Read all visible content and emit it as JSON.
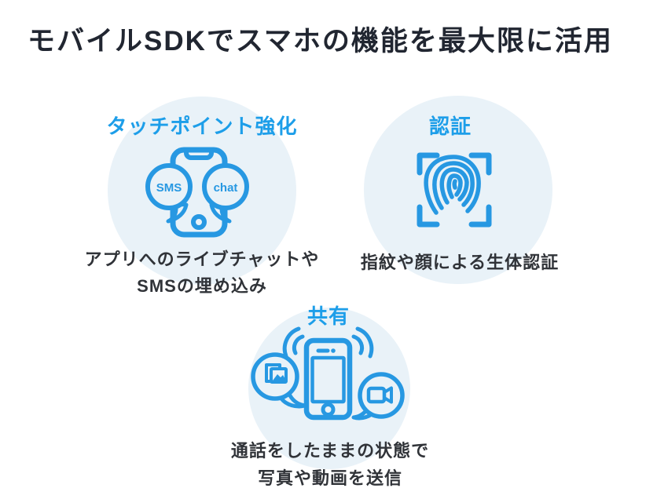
{
  "page": {
    "title": "モバイルSDKでスマホの機能を最大限に活用"
  },
  "colors": {
    "accent_label_blue": "#1d9ee9",
    "icon_stroke_blue": "#2798e2",
    "circle_background": "#e9f2f8",
    "title_text": "#212631",
    "description_text": "#303338",
    "page_background": "#ffffff"
  },
  "features": [
    {
      "label": "タッチポイント強化",
      "icon": "phone-sms-chat-icon",
      "bubbles": {
        "left": "SMS",
        "right": "chat"
      },
      "desc_line1": "アプリへのライブチャットや",
      "desc_line2": "SMSの埋め込み"
    },
    {
      "label": "認証",
      "icon": "fingerprint-scan-icon",
      "desc_line1": "指紋や顔による生体認証",
      "desc_line2": ""
    },
    {
      "label": "共有",
      "icon": "phone-share-media-icon",
      "desc_line1": "通話をしたままの状態で",
      "desc_line2": "写真や動画を送信"
    }
  ]
}
